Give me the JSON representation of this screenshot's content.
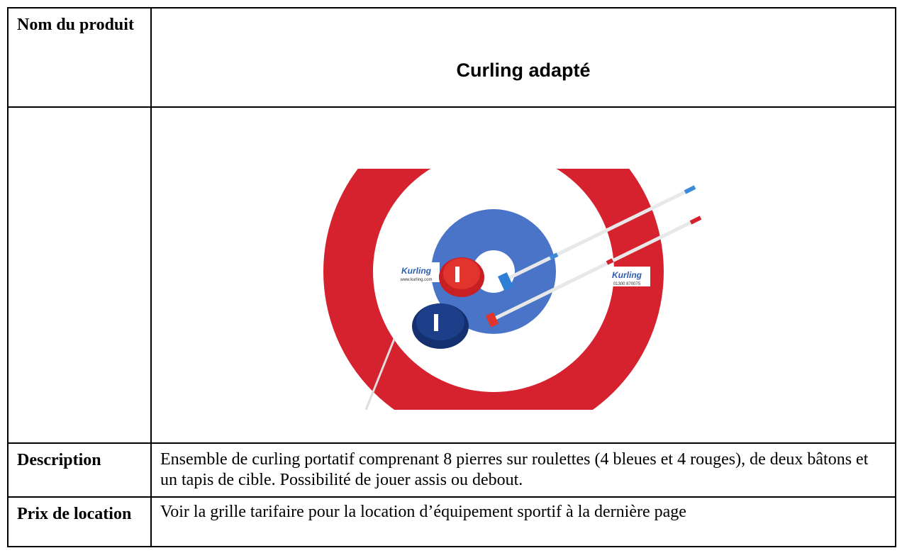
{
  "rows": {
    "name": {
      "label": "Nom du produit",
      "value": "Curling adapté"
    },
    "description": {
      "label": "Description",
      "value": "Ensemble de curling portatif comprenant 8 pierres sur roulettes (4 bleues et 4 rouges), de deux bâtons et un tapis de cible. Possibilité de jouer assis ou debout."
    },
    "price": {
      "label": "Prix de location",
      "value": "Voir la grille tarifaire pour la location d’équipement sportif à la dernière page"
    }
  },
  "photo": {
    "brand_text": "Kurling",
    "url_text": "www.kurling.com",
    "phone_text": "01300 870075",
    "colors": {
      "outer_ring": "#d6222e",
      "inner_ring": "#4a74c8",
      "stone_red": "#e0342c",
      "stone_blue": "#1d3f8a",
      "mat": "#ffffff"
    }
  }
}
